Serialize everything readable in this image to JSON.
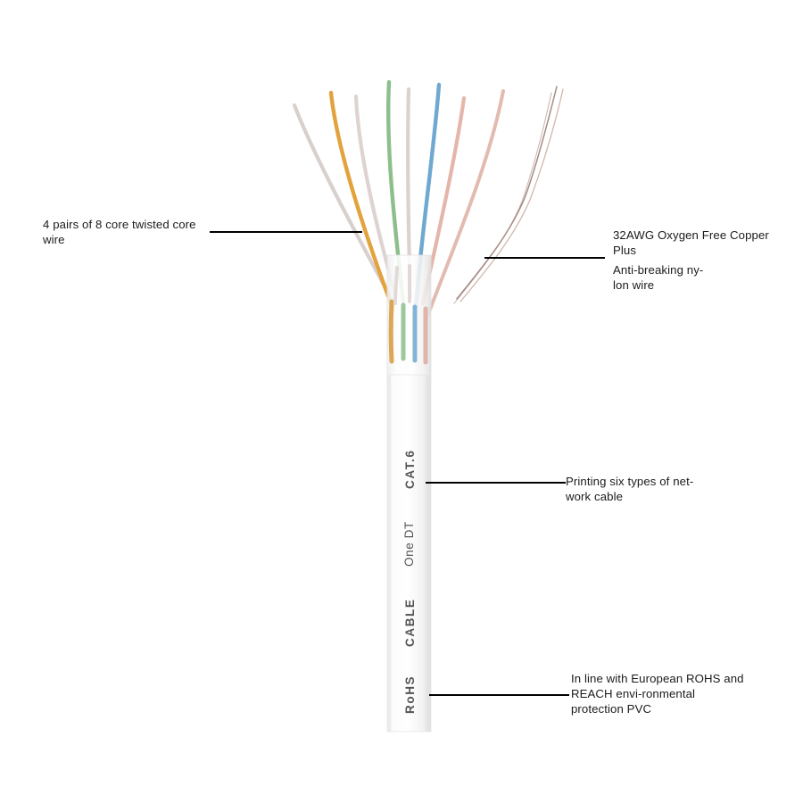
{
  "diagram": {
    "title": "CAT.6 Network Cable Cutaway Diagram",
    "background_color": "#ffffff",
    "leader_line_color": "#000000"
  },
  "callouts": [
    {
      "id": "twisted-core",
      "text": "4 pairs of 8 core twisted core wire",
      "side": "left"
    },
    {
      "id": "copper",
      "text": "32AWG Oxygen Free Copper Plus",
      "side": "right"
    },
    {
      "id": "nylon",
      "text": "Anti-breaking ny-\nlon wire",
      "side": "right"
    },
    {
      "id": "printing",
      "text": "Printing six types of net-\nwork cable",
      "side": "right"
    },
    {
      "id": "rohs",
      "text": "In line with European ROHS and REACH envi-ronmental protection PVC",
      "side": "right"
    }
  ],
  "jacket": {
    "color": "#f3f3f3",
    "print_text": [
      "CAT.6",
      "One DT",
      "CABLE",
      "RoHS"
    ],
    "print_color": "#555555"
  },
  "wires": {
    "count": 8,
    "colors": [
      "#d8cfcc",
      "#e2a33f",
      "#ddd2cf",
      "#8cbf8a",
      "#dcd0cd",
      "#6fa8d0",
      "#e3b7ab",
      "#e0bcb1"
    ],
    "nylon_color": "#9a8178",
    "nylon_count": 2
  }
}
